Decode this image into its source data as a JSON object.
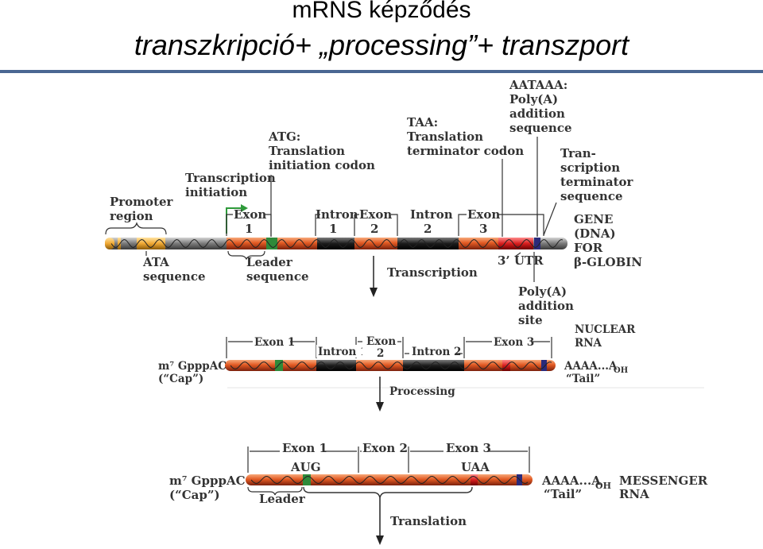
{
  "title": {
    "line1": "mRNS képződés",
    "line2": "transzkripció+ „processing”+ transzport"
  },
  "diagram": {
    "gene": {
      "promoter": [
        "Promoter",
        "region"
      ],
      "transcription_initiation": [
        "Transcription",
        "initiation"
      ],
      "atg": [
        "ATG:",
        "Translation",
        "initiation codon"
      ],
      "taa": [
        "TAA:",
        "Translation",
        "terminator codon"
      ],
      "aataaa": [
        "AATAAA:",
        "Poly(A)",
        "addition",
        "sequence"
      ],
      "transcription_terminator": [
        "Tran-",
        "scription",
        "terminator",
        "sequence"
      ],
      "exon1": [
        "Exon",
        "1"
      ],
      "intron1": [
        "Intron",
        "1"
      ],
      "exon2": [
        "Exon",
        "2"
      ],
      "intron2": [
        "Intron",
        "2"
      ],
      "exon3": [
        "Exon",
        "3"
      ],
      "gene_name": [
        "GENE",
        "(DNA)",
        "FOR",
        "β-GLOBIN"
      ],
      "ata": [
        "ATA",
        "sequence"
      ],
      "leader": [
        "Leader",
        "sequence"
      ],
      "utr": "3’ UTR",
      "polya_site": [
        "Poly(A)",
        "addition",
        "site"
      ]
    },
    "transcription_label": "Transcription",
    "nuclear": {
      "exon1": "Exon 1",
      "intron1": "Intron 1",
      "exon2": [
        "Exon",
        "2"
      ],
      "intron2": "Intron 2",
      "exon3": "Exon 3",
      "name": [
        "NUCLEAR",
        "RNA"
      ],
      "cap": [
        "m⁷ GpppAC",
        "(“Cap”)"
      ],
      "tail": [
        "AAAA...A",
        "OH",
        "“Tail”"
      ]
    },
    "processing_label": "Processing",
    "messenger": {
      "exon1": "Exon 1",
      "exon2": "Exon 2",
      "exon3": "Exon 3",
      "aug": "AUG",
      "uaa": "UAA",
      "leader": "Leader",
      "name": [
        "MESSENGER",
        "RNA"
      ],
      "cap": [
        "m⁷ GpppAC",
        "(“Cap”)"
      ],
      "tail": [
        "AAAA...A",
        "OH",
        "“Tail”"
      ]
    },
    "translation_label": "Translation"
  }
}
